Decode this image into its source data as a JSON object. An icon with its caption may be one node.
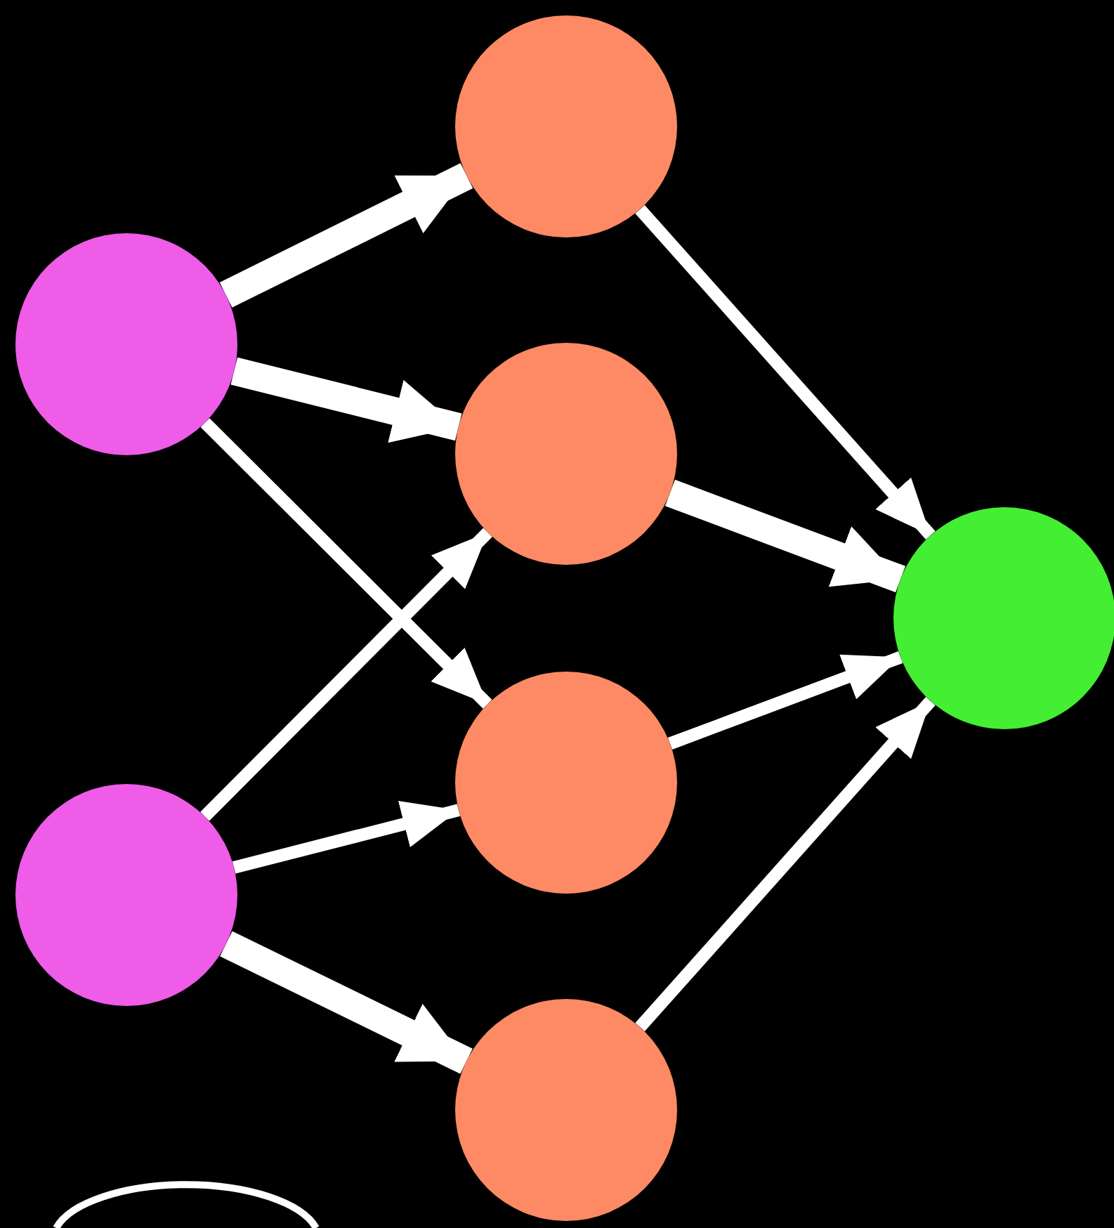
{
  "diagram": {
    "nodes": [
      {
        "text": [],
        "shape": "circle"
      },
      {
        "text": [],
        "shape": "circle"
      },
      {
        "text": [],
        "shape": "circle"
      },
      {
        "text": [],
        "shape": "circle"
      },
      {
        "text": [],
        "shape": "circle"
      },
      {
        "text": [],
        "shape": "circle"
      },
      {
        "text": [],
        "shape": "circle"
      }
    ],
    "edges": [
      {
        "from": 0,
        "to": 2,
        "arrow": "to",
        "style": "thick"
      },
      {
        "from": 0,
        "to": 3,
        "arrow": "to",
        "style": "thick"
      },
      {
        "from": 0,
        "to": 4,
        "arrow": "to"
      },
      {
        "from": 1,
        "to": 3,
        "arrow": "to"
      },
      {
        "from": 1,
        "to": 4,
        "arrow": "to"
      },
      {
        "from": 1,
        "to": 5,
        "arrow": "to",
        "style": "thick"
      },
      {
        "from": 2,
        "to": 6,
        "arrow": "to"
      },
      {
        "from": 3,
        "to": 6,
        "arrow": "to",
        "style": "thick"
      },
      {
        "from": 4,
        "to": 6,
        "arrow": "to"
      },
      {
        "from": 5,
        "to": 6,
        "arrow": "to"
      }
    ]
  }
}
